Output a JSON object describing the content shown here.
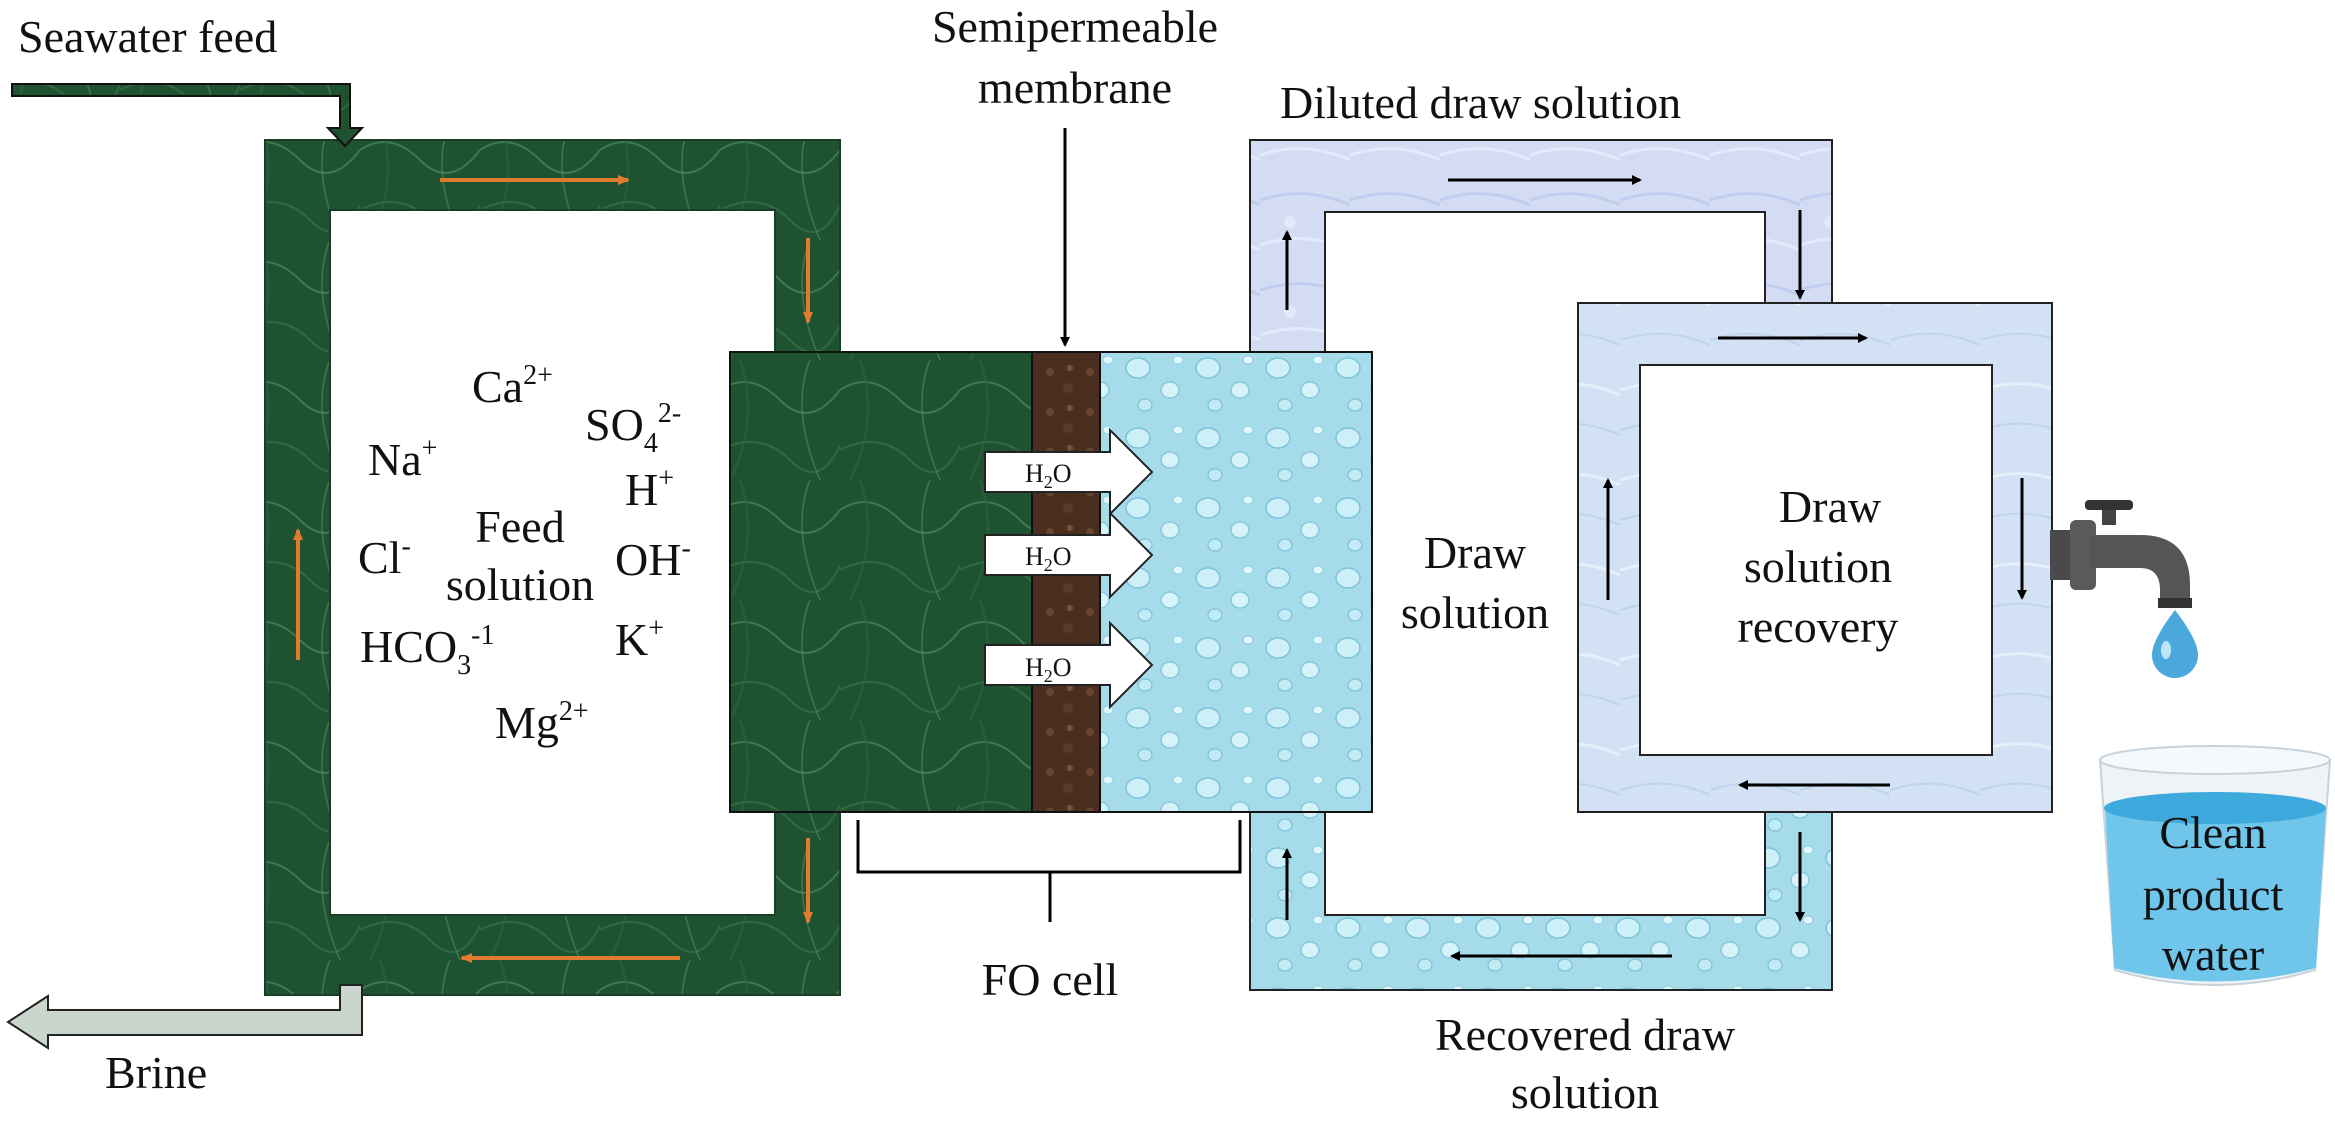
{
  "labels": {
    "seawater_feed": "Seawater feed",
    "brine": "Brine",
    "membrane_line1": "Semipermeable",
    "membrane_line2": "membrane",
    "diluted_draw": "Diluted draw solution",
    "fo_cell": "FO cell",
    "draw_solution_line1": "Draw",
    "draw_solution_line2": "solution",
    "recovery_line1": "Draw",
    "recovery_line2": "solution",
    "recovery_line3": "recovery",
    "recovered_line1": "Recovered draw",
    "recovered_line2": "solution",
    "clean_line1": "Clean",
    "clean_line2": "product",
    "clean_line3": "water",
    "feed_line1": "Feed",
    "feed_line2": "solution"
  },
  "ions": {
    "ca": {
      "base": "Ca",
      "sup": "2+"
    },
    "na": {
      "base": "Na",
      "sup": "+"
    },
    "so4": {
      "base": "SO",
      "sub": "4",
      "sup": "2-"
    },
    "h": {
      "base": "H",
      "sup": "+"
    },
    "cl": {
      "base": "Cl",
      "sup": "-"
    },
    "oh": {
      "base": "OH",
      "sup": "-"
    },
    "hco3": {
      "base": "HCO",
      "sub": "3",
      "sup": "-1"
    },
    "k": {
      "base": "K",
      "sup": "+"
    },
    "mg": {
      "base": "Mg",
      "sup": "2+"
    }
  },
  "h2o": {
    "base": "H",
    "sub": "2",
    "tail": "O"
  },
  "colors": {
    "feed_green": "#1e4d2b",
    "feed_green_light": "#3f7a55",
    "membrane_brown": "#4a2e1f",
    "draw_blue": "#b9e3ee",
    "loop_lavender": "#d4dcf2",
    "orange_arrow": "#e07a2e",
    "brine_arrow": "#c9d6cc",
    "water_drop": "#4aa8dc"
  }
}
